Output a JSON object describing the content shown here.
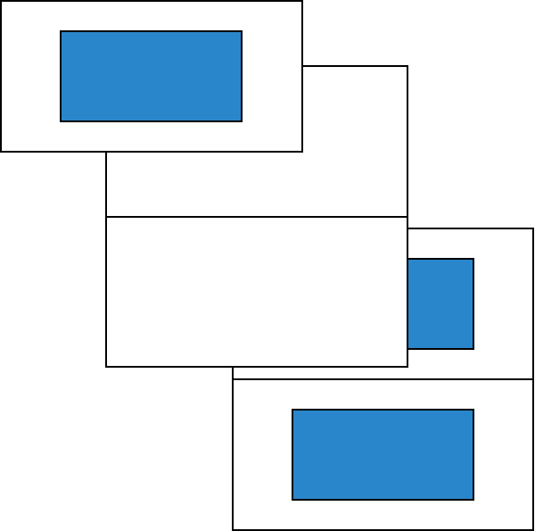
{
  "diagram": {
    "colors": {
      "background": "#ffffff",
      "frame_fill": "#ffffff",
      "frame_stroke": "#000000",
      "block_fill": "#2a86cb",
      "block_stroke": "#000000"
    },
    "panels": [
      {
        "id": "panel-1",
        "has_block": true
      },
      {
        "id": "panel-2",
        "has_block": false
      },
      {
        "id": "panel-3",
        "has_block": true
      },
      {
        "id": "panel-4",
        "has_block": false
      },
      {
        "id": "panel-5",
        "has_block": true
      }
    ]
  }
}
